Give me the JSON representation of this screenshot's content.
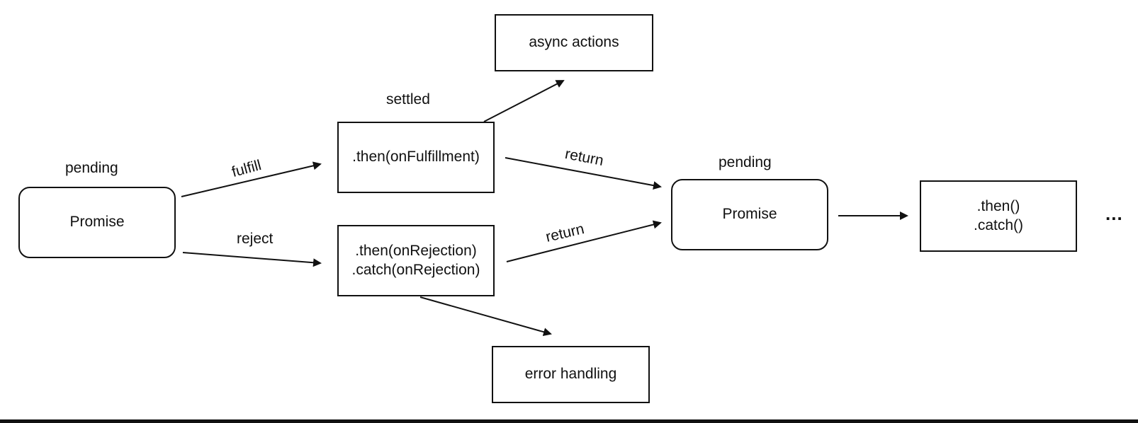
{
  "nodes": {
    "promise_left": "Promise",
    "then_fulfill": ".then(onFulfillment)",
    "then_catch": ".then(onRejection)\n.catch(onRejection)",
    "async_actions": "async actions",
    "error_handling": "error handling",
    "promise_right": "Promise",
    "then_catch_right": ".then()\n.catch()"
  },
  "labels": {
    "pending_left": "pending",
    "settled": "settled",
    "pending_right": "pending",
    "fulfill": "fulfill",
    "reject": "reject",
    "return_top": "return",
    "return_bottom": "return",
    "ellipsis": "..."
  },
  "colors": {
    "stroke": "#111111",
    "background": "#ffffff"
  }
}
